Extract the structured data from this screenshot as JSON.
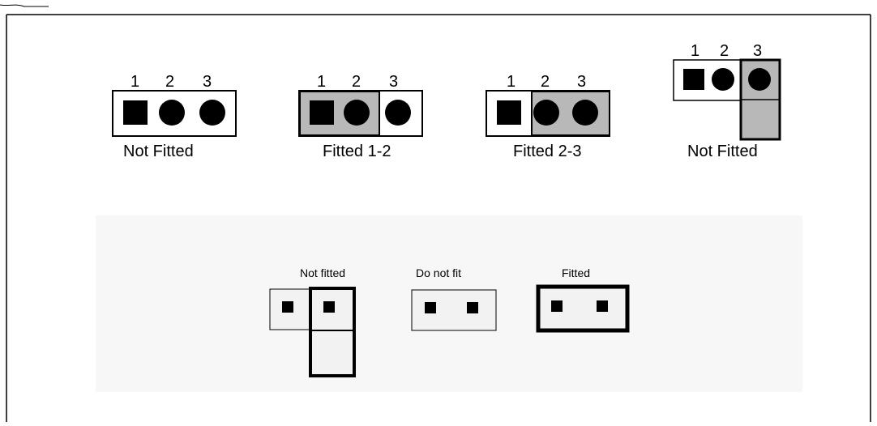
{
  "colors": {
    "frame": "#000000",
    "fitted_fill": "#b8b8b8",
    "bottom_panel": "#f7f7f7",
    "small_box": "#f2f2f2"
  },
  "top_row": {
    "pin_numbers": [
      "1",
      "2",
      "3"
    ],
    "captions": [
      "Not Fitted",
      "Fitted 1-2",
      "Fitted 2-3",
      "Not Fitted"
    ]
  },
  "bottom_row": {
    "captions": [
      "Not fitted",
      "Do not fit",
      "Fitted"
    ]
  }
}
